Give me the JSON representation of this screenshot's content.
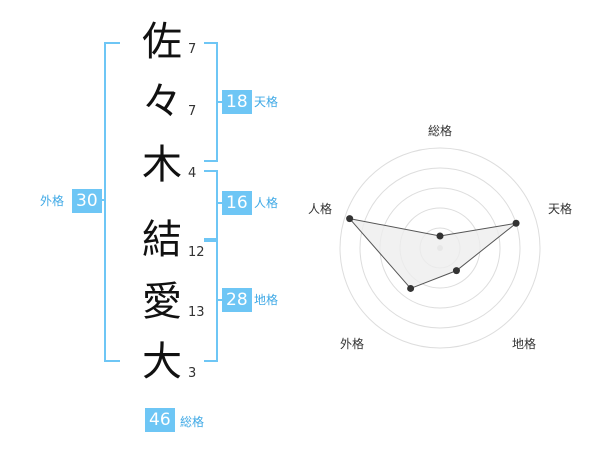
{
  "name_chars": [
    {
      "char": "佐",
      "strokes": "7"
    },
    {
      "char": "々",
      "strokes": "7"
    },
    {
      "char": "木",
      "strokes": "4"
    },
    {
      "char": "結",
      "strokes": "12"
    },
    {
      "char": "愛",
      "strokes": "13"
    },
    {
      "char": "大",
      "strokes": "3"
    }
  ],
  "kakusu": {
    "tenkaku": {
      "value": "18",
      "label": "天格"
    },
    "jinkaku": {
      "value": "16",
      "label": "人格"
    },
    "chikaku": {
      "value": "28",
      "label": "地格"
    },
    "gaikaku": {
      "value": "30",
      "label": "外格"
    },
    "soukaku": {
      "value": "46",
      "label": "総格"
    }
  },
  "radar": {
    "axes": [
      "総格",
      "天格",
      "地格",
      "外格",
      "人格"
    ],
    "levels": 5,
    "values": [
      0.12,
      0.8,
      0.28,
      0.5,
      0.95
    ],
    "colors": {
      "ring": "#dddddd",
      "fill": "#eeeeee",
      "line": "#555555",
      "point": "#333333",
      "center": "#cccccc"
    }
  },
  "colors": {
    "accent": "#6ec6f5",
    "label": "#3fa9e6"
  }
}
